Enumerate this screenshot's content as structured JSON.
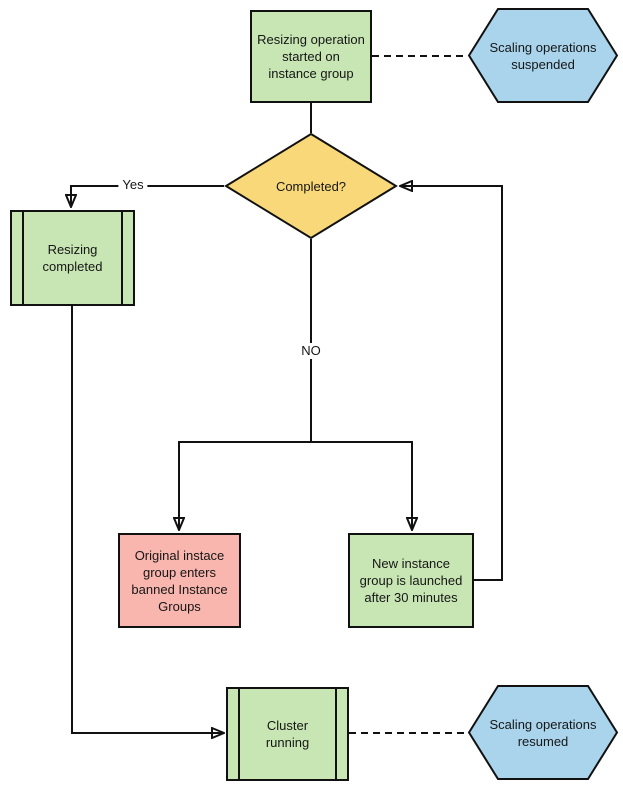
{
  "diagram": {
    "nodes": {
      "start": {
        "label": "Resizing operation\nstarted on\ninstance group",
        "fill": "#c8e6b3"
      },
      "suspended": {
        "label": "Scaling operations\nsuspended",
        "fill": "#a9d4ec"
      },
      "decision": {
        "label": "Completed?",
        "fill": "#f9d87a"
      },
      "resizing_completed": {
        "label": "Resizing\ncompleted",
        "fill": "#c8e6b3"
      },
      "banned": {
        "label": "Original instace\ngroup enters\nbanned Instance\nGroups",
        "fill": "#f8b6ae"
      },
      "new_group": {
        "label": "New instance\ngroup is launched\nafter 30 minutes",
        "fill": "#c8e6b3"
      },
      "cluster": {
        "label": "Cluster\nrunning",
        "fill": "#c8e6b3"
      },
      "resumed": {
        "label": "Scaling operations\nresumed",
        "fill": "#a9d4ec"
      }
    },
    "edge_labels": {
      "yes": "Yes",
      "no": "NO"
    },
    "colors": {
      "process_green": "#c8e6b3",
      "event_blue": "#a9d4ec",
      "decision_yellow": "#f9d87a",
      "alert_red": "#f8b6ae",
      "line": "#111111",
      "text": "#161616"
    }
  }
}
